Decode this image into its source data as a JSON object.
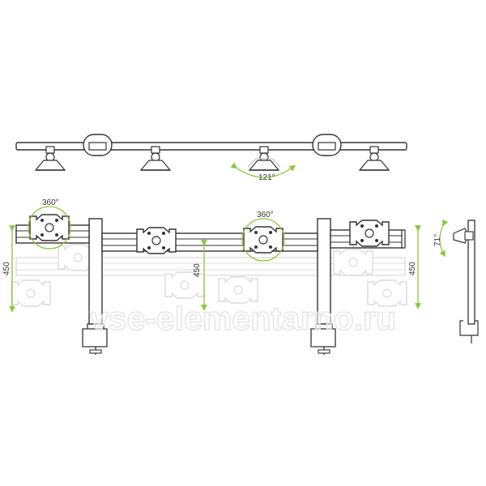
{
  "annotations": {
    "angle_top": "121°",
    "rotation_left": "360°",
    "rotation_center": "360°",
    "tilt_side": "71°",
    "height_left": "450",
    "height_middle": "450",
    "height_right": "450"
  },
  "watermark": "vse-elementarno.ru",
  "colors": {
    "line": "#333333",
    "accent": "#8cc63f",
    "ghost": "#dcdcdc"
  }
}
